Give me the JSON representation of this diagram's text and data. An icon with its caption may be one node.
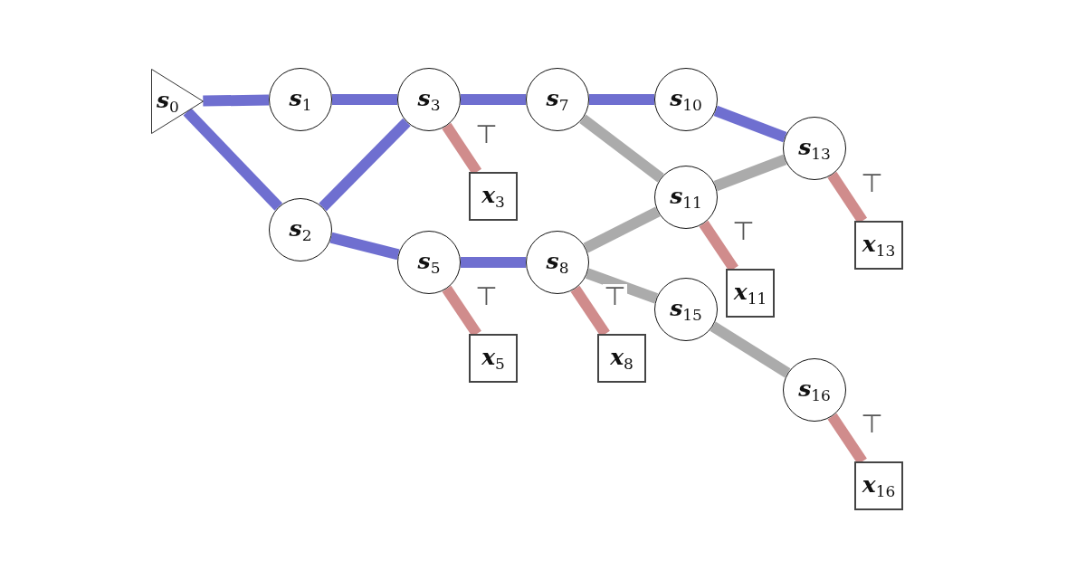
{
  "diagram": {
    "nodes": [
      {
        "text": [
          "*s*$_{0}$"
        ]
      },
      {
        "text": [
          "*s*$_{1}$"
        ]
      },
      {
        "text": [
          "*s*$_{3}$"
        ]
      },
      {
        "text": [
          "*s*$_{7}$"
        ]
      },
      {
        "text": [
          "*s*$_{10}$"
        ]
      },
      {
        "text": [
          "*s*$_{2}$"
        ]
      },
      {
        "text": [
          "*x*$_{3}$"
        ]
      },
      {
        "text": [
          "*s*$_{13}$"
        ]
      },
      {
        "text": [
          "*s*$_{11}$"
        ]
      },
      {
        "text": [
          "*s*$_{5}$"
        ]
      },
      {
        "text": [
          "*s*$_{8}$"
        ]
      },
      {
        "text": [
          "*x*$_{13}$"
        ]
      },
      {
        "text": [
          "*x*$_{11}$"
        ]
      },
      {
        "text": [
          "*s*$_{15}$"
        ]
      },
      {
        "text": [
          "*x*$_{5}$"
        ]
      },
      {
        "text": [
          "*x*$_{8}$"
        ]
      },
      {
        "text": [
          "*s*$_{16}$"
        ]
      },
      {
        "text": [
          "*x*$_{16}$"
        ]
      }
    ],
    "edges": [
      {
        "from": 0,
        "to": 1,
        "arrow": "none"
      },
      {
        "from": 0,
        "to": 5,
        "arrow": "none"
      },
      {
        "from": 1,
        "to": 2,
        "arrow": "none"
      },
      {
        "from": 5,
        "to": 2,
        "arrow": "none"
      },
      {
        "from": 5,
        "to": 9,
        "arrow": "none"
      },
      {
        "from": 2,
        "to": 3,
        "arrow": "none"
      },
      {
        "from": 2,
        "to": 6,
        "arrow": "none",
        "color": "#c87878",
        "label": "⊤"
      },
      {
        "from": 3,
        "to": 4,
        "arrow": "none"
      },
      {
        "from": 3,
        "to": 8,
        "arrow": "none",
        "color": "#9c9c9c"
      },
      {
        "from": 4,
        "to": 7,
        "arrow": "none"
      },
      {
        "from": 8,
        "to": 7,
        "arrow": "none",
        "color": "#9c9c9c"
      },
      {
        "from": 7,
        "to": 11,
        "arrow": "none",
        "color": "#c87878",
        "label": "⊤"
      },
      {
        "from": 9,
        "to": 10,
        "arrow": "none"
      },
      {
        "from": 9,
        "to": 14,
        "arrow": "none",
        "color": "#c87878",
        "label": "⊤"
      },
      {
        "from": 10,
        "to": 8,
        "arrow": "none",
        "color": "#9c9c9c"
      },
      {
        "from": 10,
        "to": 13,
        "arrow": "none",
        "color": "#9c9c9c"
      },
      {
        "from": 10,
        "to": 15,
        "arrow": "none",
        "color": "#c87878",
        "label": "⊤"
      },
      {
        "from": 8,
        "to": 12,
        "arrow": "none",
        "color": "#c87878",
        "label": "⊤"
      },
      {
        "from": 13,
        "to": 16,
        "arrow": "none",
        "color": "#9c9c9c"
      },
      {
        "from": 16,
        "to": 17,
        "arrow": "none",
        "color": "#c87878",
        "label": "⊤"
      }
    ]
  }
}
